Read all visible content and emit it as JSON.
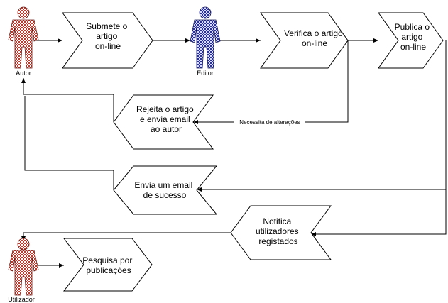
{
  "actors": {
    "autor": {
      "label": "Autor"
    },
    "editor": {
      "label": "Editor"
    },
    "utilizador": {
      "label": "Utilizador"
    }
  },
  "steps": {
    "submete": [
      "Submete o",
      "artigo",
      "on-line"
    ],
    "verifica": [
      "Verifica o artigo",
      "on-line"
    ],
    "publica": [
      "Publica o",
      "artigo",
      "on-line"
    ],
    "rejeita": [
      "Rejeita o artigo",
      "e envia email",
      "ao autor"
    ],
    "envia_email": [
      "Envia um email",
      "de sucesso"
    ],
    "notifica": [
      "Notifica",
      "utilizadores",
      "registados"
    ],
    "pesquisa": [
      "Pesquisa por",
      "publicações"
    ]
  },
  "edges": {
    "alteracoes": "Necessita de alterações"
  },
  "colors": {
    "autor": "#c0392b",
    "editor": "#2a2f9e",
    "utilizador": "#c0392b",
    "line": "#000000"
  }
}
